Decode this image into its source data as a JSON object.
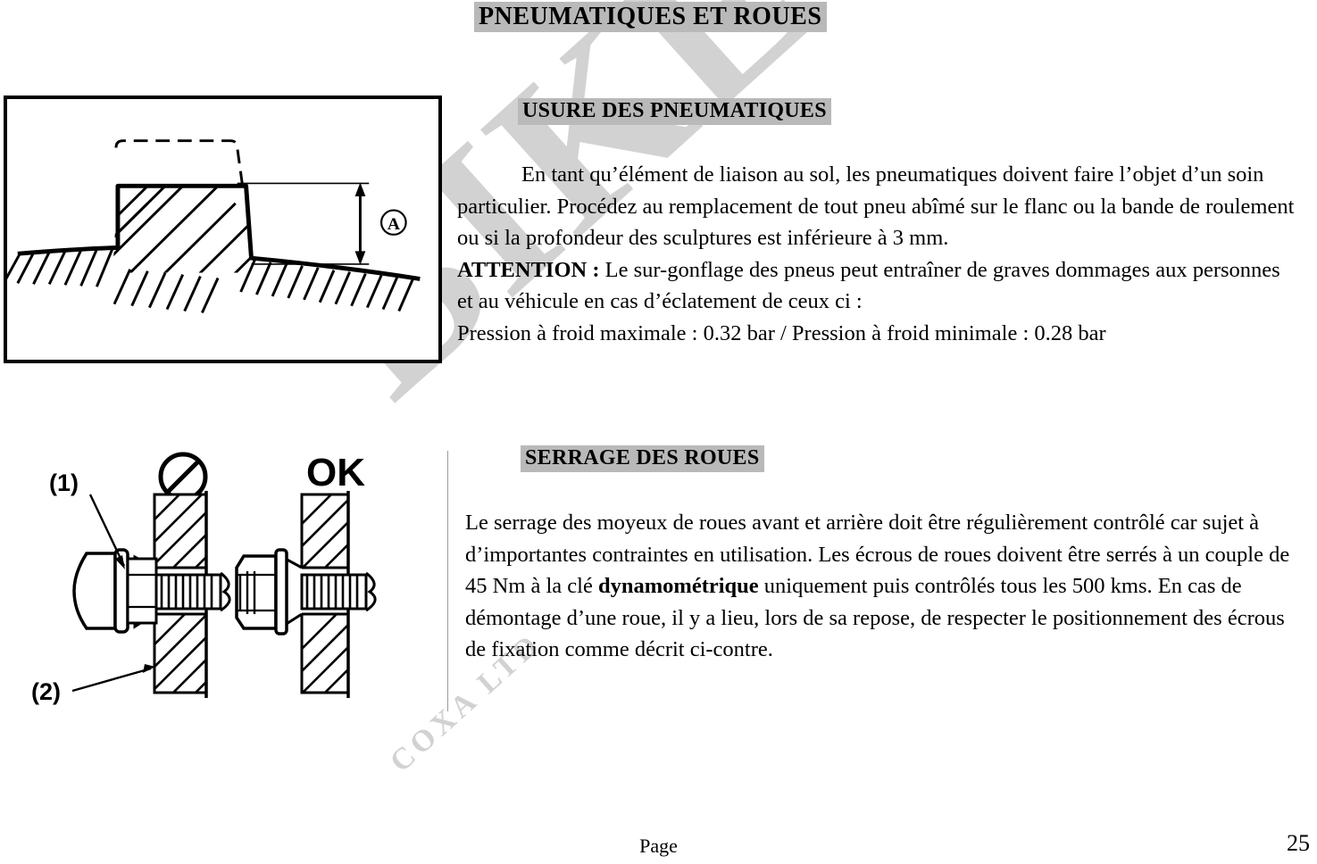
{
  "document": {
    "title": "PNEUMATIQUES ET ROUES",
    "footer": {
      "page_label": "Page",
      "page_number": "25"
    }
  },
  "watermark": {
    "main_text": "BIKE PARTS",
    "sub_text": "COXA LTD",
    "color": "#d2d2d2"
  },
  "sections": {
    "tire_wear": {
      "heading": "USURE DES PNEUMATIQUES",
      "paragraph_lead": "En tant qu’élément de liaison au sol, les pneumatiques doivent faire l’objet d’un soin particulier.  Procédez au remplacement de tout pneu abîmé sur le flanc ou la bande de roulement ou si la profondeur des sculptures est inférieure à 3 mm.",
      "warning_label": "ATTENTION :",
      "warning_text": " Le sur-gonflage des pneus peut entraîner de graves dommages aux personnes et au véhicule en cas d’éclatement de ceux ci :",
      "pressure_line": "Pression à froid maximale : 0.32 bar / Pression à froid minimale : 0.28 bar",
      "figure": {
        "callout_a": "A"
      }
    },
    "wheel_torque": {
      "heading": "SERRAGE DES ROUES",
      "paragraph_part1": "Le serrage des  moyeux de roues avant et arrière doit être régulièrement contrôlé car sujet à d’importantes contraintes en utilisation. Les écrous de roues doivent être serrés à un couple de 45 Nm à la clé ",
      "bold_term": "dynamométrique",
      "paragraph_part2": " uniquement puis contrôlés tous les  500 kms. En cas de démontage d’une roue, il y a lieu, lors de sa repose, de respecter le positionnement des écrous de fixation comme décrit ci-contre.",
      "figure": {
        "label_1": "(1)",
        "label_2": "(2)",
        "ok_label": "OK"
      }
    }
  }
}
